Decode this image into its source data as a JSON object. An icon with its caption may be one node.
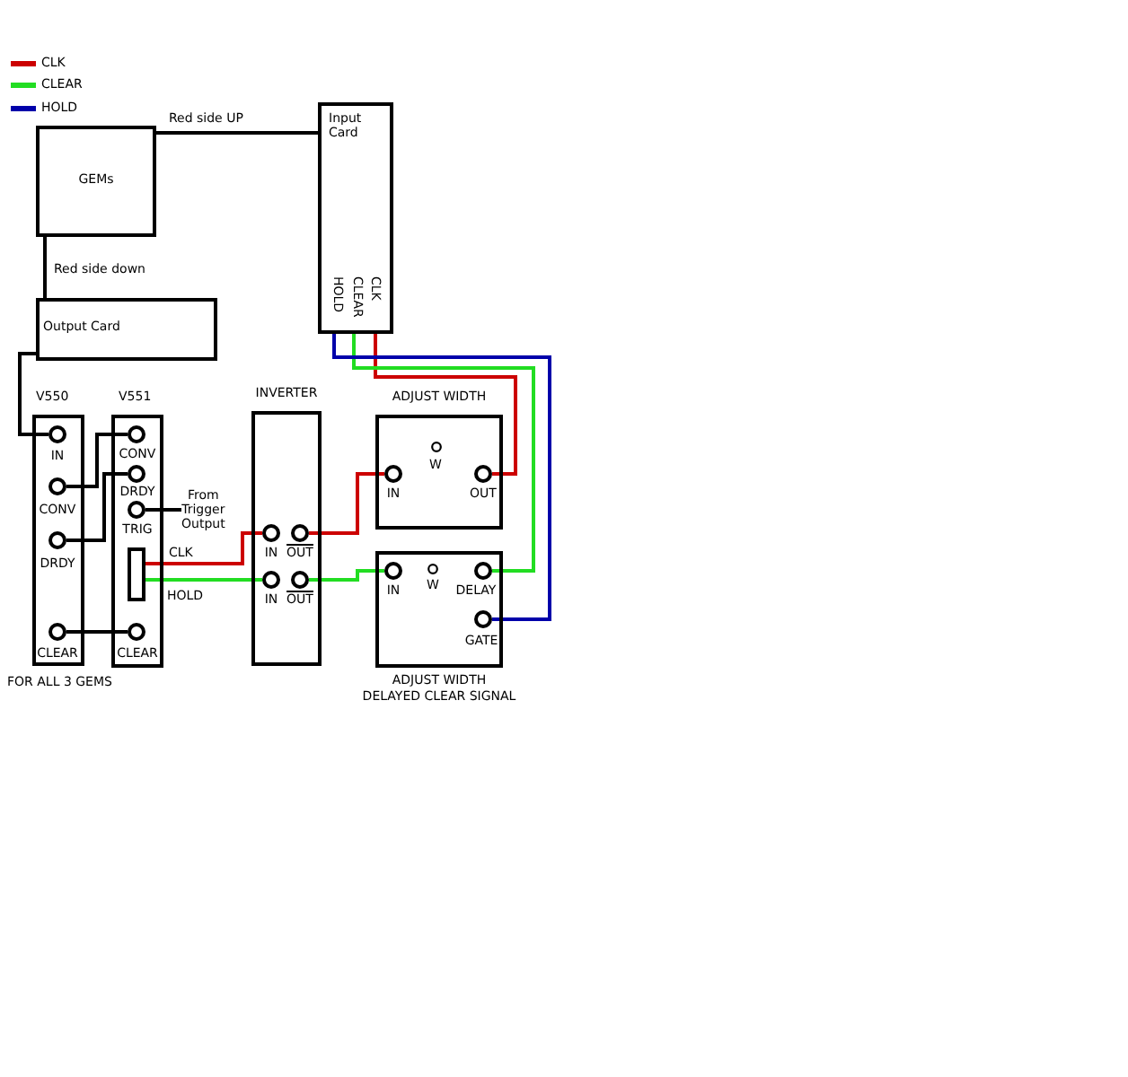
{
  "diagram": {
    "nodes": [
      {
        "text": [
          "GEMs"
        ]
      },
      {
        "text": [
          "Input Card",
          "CLK",
          "CLEAR",
          "HOLD"
        ]
      },
      {
        "text": [
          "Output Card"
        ]
      },
      {
        "text": [
          "V550"
        ]
      },
      {
        "text": [],
        "shape": "circle",
        "beside": [
          "IN"
        ],
        "in": 3
      },
      {
        "text": [],
        "shape": "circle",
        "beside": [
          "CONV"
        ],
        "in": 3
      },
      {
        "text": [],
        "shape": "circle",
        "beside": [
          "DRDY"
        ],
        "in": 3
      },
      {
        "text": [],
        "shape": "circle",
        "beside": [
          "CLEAR"
        ],
        "in": 3
      },
      {
        "text": [
          "V551"
        ]
      },
      {
        "text": [],
        "shape": "circle",
        "beside": [
          "CONV"
        ],
        "in": 8
      },
      {
        "text": [],
        "shape": "circle",
        "beside": [
          "DRDY"
        ],
        "in": 8
      },
      {
        "text": [],
        "shape": "circle",
        "beside": [
          "TRIG"
        ],
        "in": 8
      },
      {
        "text": [],
        "shape": "bar",
        "in": 8
      },
      {
        "text": [],
        "shape": "circle",
        "beside": [
          "CLEAR"
        ],
        "in": 8
      },
      {
        "text": [
          "From Trigger Output"
        ]
      },
      {
        "text": [
          "INVERTER"
        ]
      },
      {
        "text": [],
        "shape": "circle",
        "beside": [
          "IN"
        ],
        "in": 15
      },
      {
        "text": [],
        "shape": "circle",
        "beside": [
          "OUT"
        ],
        "in": 15
      },
      {
        "text": [],
        "shape": "circle",
        "beside": [
          "IN"
        ],
        "in": 15
      },
      {
        "text": [],
        "shape": "circle",
        "beside": [
          "OUT"
        ],
        "in": 15
      },
      {
        "text": [
          "ADJUST WIDTH"
        ]
      },
      {
        "text": [],
        "shape": "circle",
        "beside": [
          "IN"
        ],
        "in": 20
      },
      {
        "text": [],
        "shape": "circle",
        "beside": [
          "OUT"
        ],
        "in": 20
      },
      {
        "text": [
          "ADJUST WIDTH",
          "DELAYED CLEAR SIGNAL"
        ]
      },
      {
        "text": [],
        "shape": "circle",
        "beside": [
          "IN"
        ],
        "in": 23
      },
      {
        "text": [],
        "shape": "circle",
        "beside": [
          "DELAY"
        ],
        "in": 23
      },
      {
        "text": [],
        "shape": "circle",
        "beside": [
          "GATE"
        ],
        "in": 23
      }
    ],
    "edges": [
      {
        "from": 0,
        "to": 1,
        "arrow": "none",
        "label": "Red side UP"
      },
      {
        "from": 0,
        "to": 2,
        "arrow": "none",
        "label": "Red side down"
      },
      {
        "from": 2,
        "to": 4,
        "arrow": "none"
      },
      {
        "from": 5,
        "to": 9,
        "arrow": "none"
      },
      {
        "from": 6,
        "to": 10,
        "arrow": "none"
      },
      {
        "from": 7,
        "to": 13,
        "arrow": "none"
      },
      {
        "from": 11,
        "to": 14,
        "arrow": "none"
      },
      {
        "from": 12,
        "to": 16,
        "arrow": "none",
        "label": "CLK",
        "color": "#cc0000"
      },
      {
        "from": 12,
        "to": 18,
        "arrow": "none",
        "label": "HOLD",
        "color": "#22dd22"
      },
      {
        "from": 17,
        "to": 21,
        "arrow": "none",
        "color": "#cc0000"
      },
      {
        "from": 19,
        "to": 24,
        "arrow": "none",
        "color": "#22dd22"
      },
      {
        "from": 1,
        "to": 22,
        "arrow": "none",
        "color": "#cc0000"
      },
      {
        "from": 1,
        "to": 25,
        "arrow": "none",
        "color": "#22dd22"
      },
      {
        "from": 1,
        "to": 26,
        "arrow": "none",
        "color": "#0000aa"
      }
    ],
    "labels": [
      "W",
      "W",
      "FOR ALL 3 GEMS"
    ],
    "legend": [
      {
        "text": "CLK",
        "color": "#cc0000"
      },
      {
        "text": "CLEAR",
        "color": "#22dd22"
      },
      {
        "text": "HOLD",
        "color": "#0000aa"
      }
    ]
  }
}
